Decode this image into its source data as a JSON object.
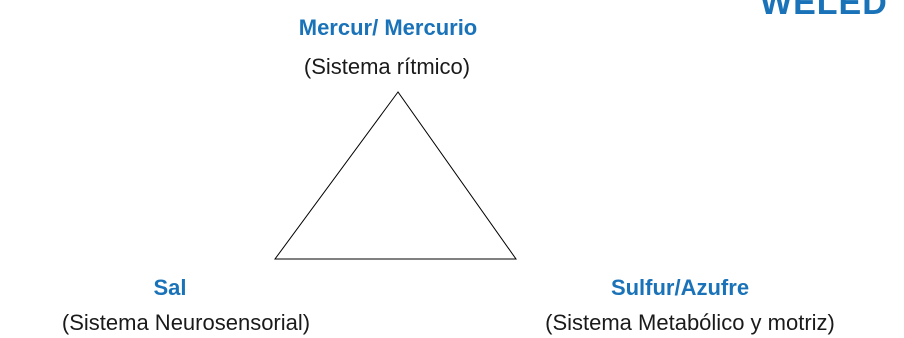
{
  "logo_text": "WELED",
  "nodes": {
    "top": {
      "title": "Mercur/ Mercurio",
      "subtitle": "(Sistema rítmico)"
    },
    "left": {
      "title": "Sal",
      "subtitle": "(Sistema Neurosensorial)"
    },
    "right": {
      "title": "Sulfur/Azufre",
      "subtitle": "(Sistema Metabólico y motriz)"
    }
  },
  "colors": {
    "title": "#1a73b8",
    "text": "#1a1a1a",
    "line": "#000000"
  }
}
